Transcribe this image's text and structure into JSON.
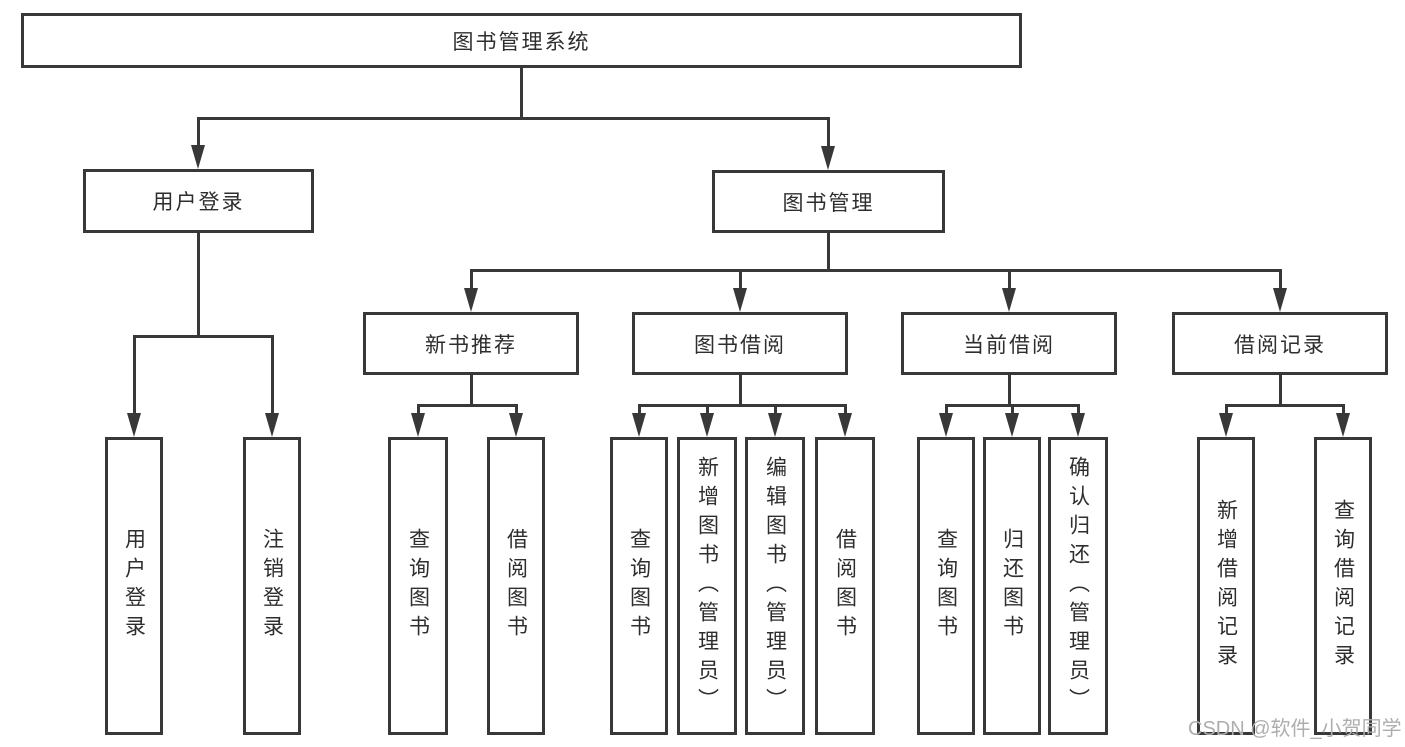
{
  "diagram": {
    "root": {
      "label": "图书管理系统"
    },
    "branches": [
      {
        "label": "用户登录",
        "children": [
          {
            "label": "用户登录"
          },
          {
            "label": "注销登录"
          }
        ]
      },
      {
        "label": "图书管理",
        "children": [
          {
            "label": "新书推荐",
            "children": [
              {
                "label": "查询图书"
              },
              {
                "label": "借阅图书"
              }
            ]
          },
          {
            "label": "图书借阅",
            "children": [
              {
                "label": "查询图书"
              },
              {
                "label": "新增图书（管理员）"
              },
              {
                "label": "编辑图书（管理员）"
              },
              {
                "label": "借阅图书"
              }
            ]
          },
          {
            "label": "当前借阅",
            "children": [
              {
                "label": "查询图书"
              },
              {
                "label": "归还图书"
              },
              {
                "label": "确认归还（管理员）"
              }
            ]
          },
          {
            "label": "借阅记录",
            "children": [
              {
                "label": "新增借阅记录"
              },
              {
                "label": "查询借阅记录"
              }
            ]
          }
        ]
      }
    ],
    "watermark": "CSDN @软件_小贺同学",
    "colors": {
      "line": "#383838",
      "box_border": "#383838",
      "text": "#2e2e2e",
      "background": "#ffffff",
      "watermark": "#aeaeae"
    }
  }
}
